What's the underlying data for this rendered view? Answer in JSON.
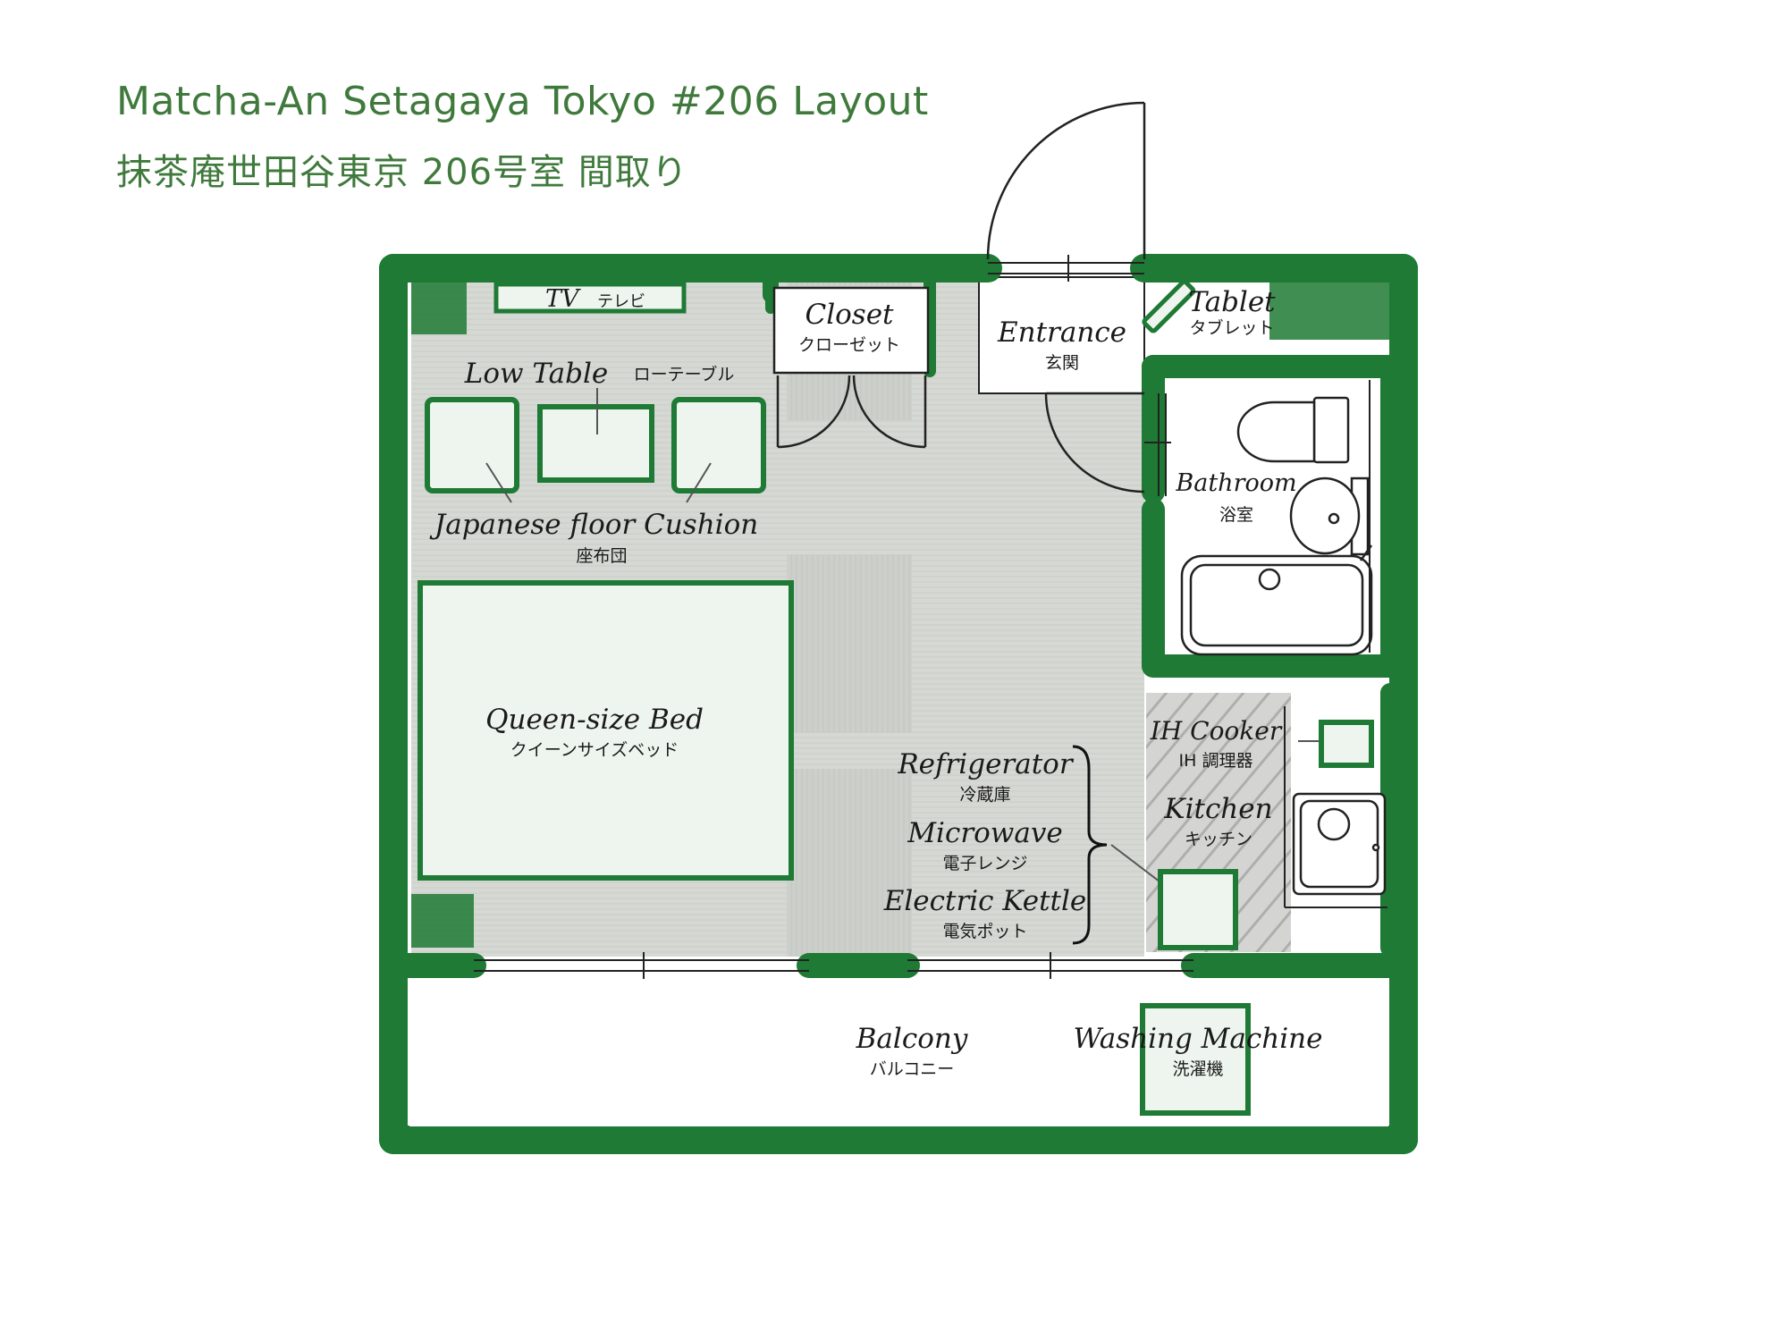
{
  "title_en": "Matcha-An Setagaya Tokyo #206 Layout",
  "title_ja": "抹茶庵世田谷東京 206号室 間取り",
  "colors": {
    "wall": "#1e7a34",
    "furniture_fill": "#eef5ee",
    "floor": "#d4d6d1",
    "title": "#3f7a3c"
  },
  "labels": {
    "tv": {
      "en": "TV",
      "ja": "テレビ"
    },
    "closet": {
      "en": "Closet",
      "ja": "クローゼット"
    },
    "entrance": {
      "en": "Entrance",
      "ja": "玄関"
    },
    "tablet": {
      "en": "Tablet",
      "ja": "タブレット"
    },
    "low_table": {
      "en": "Low Table",
      "ja": "ローテーブル"
    },
    "cushion": {
      "en": "Japanese floor Cushion",
      "ja": "座布団"
    },
    "bathroom": {
      "en": "Bathroom",
      "ja": "浴室"
    },
    "bed": {
      "en": "Queen-size Bed",
      "ja": "クイーンサイズベッド"
    },
    "ih_cooker": {
      "en": "IH Cooker",
      "ja": "IH 調理器"
    },
    "kitchen": {
      "en": "Kitchen",
      "ja": "キッチン"
    },
    "refrigerator": {
      "en": "Refrigerator",
      "ja": "冷蔵庫"
    },
    "microwave": {
      "en": "Microwave",
      "ja": "電子レンジ"
    },
    "kettle": {
      "en": "Electric Kettle",
      "ja": "電気ポット"
    },
    "balcony": {
      "en": "Balcony",
      "ja": "バルコニー"
    },
    "washing_machine": {
      "en": "Washing Machine",
      "ja": "洗濯機"
    }
  }
}
